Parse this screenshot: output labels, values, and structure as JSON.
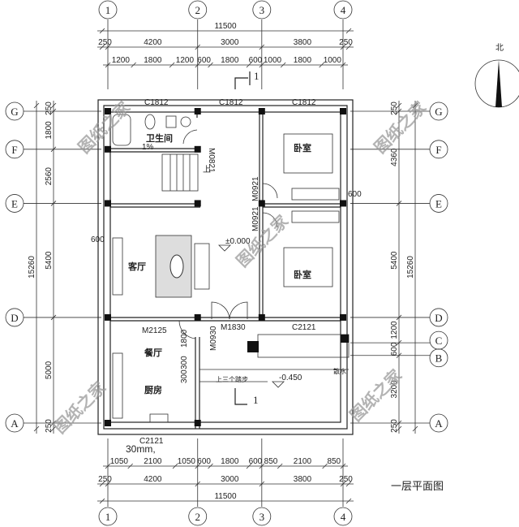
{
  "axes_x": [
    "1",
    "2",
    "3",
    "4"
  ],
  "axes_y": [
    "G",
    "F",
    "E",
    "D",
    "C",
    "B",
    "A"
  ],
  "dims_top": {
    "total": "11500",
    "edge_left": "250",
    "edge_right": "250",
    "bays": [
      "4200",
      "3000",
      "3800"
    ],
    "openings": [
      "1200",
      "1800",
      "1200",
      "600",
      "1800",
      "600",
      "1000",
      "1800",
      "1000"
    ]
  },
  "dims_bottom": {
    "total": "11500",
    "edge_left": "250",
    "edge_right": "250",
    "bays": [
      "4200",
      "3000",
      "3800"
    ],
    "openings": [
      "1050",
      "2100",
      "1050",
      "600",
      "1800",
      "600",
      "850",
      "2100",
      "850"
    ]
  },
  "dims_left": {
    "total": "15260",
    "bays": [
      "250",
      "1800",
      "2560",
      "5400",
      "5000",
      "250"
    ]
  },
  "dims_right": {
    "total": "15260",
    "bays": [
      "250",
      "4360",
      "5400",
      "1200",
      "600",
      "3200",
      "250"
    ]
  },
  "rooms": {
    "bathroom": "卫生间",
    "bedroom_north": "卧室",
    "living_room": "客厅",
    "bedroom_south": "卧室",
    "dining_room": "餐厅",
    "kitchen": "厨房"
  },
  "openings": {
    "window_bath": "C1812",
    "window_stair": "C1812",
    "window_bedroom_n": "C1812",
    "door_bath": "M0821",
    "door_bedroom_n": "M0921",
    "door_bedroom_s": "M0921",
    "door_dining": "M2125",
    "door_entry": "M1830",
    "door_kitchen": "M0930",
    "window_bedroom_s": "C2121",
    "window_kitchen": "C2121"
  },
  "annotations": {
    "floor_slope": "1%",
    "stair_up": "上",
    "elevation_floor": "±0.000",
    "elevation_yard": "-0.450",
    "steps_note": "上三个踏步",
    "apron": "散水",
    "dim_600_left": "600",
    "dim_600_right": "600",
    "dim_1800": "1800",
    "dim_300_a": "300",
    "dim_300_b": "300",
    "section_mark_top": "1",
    "section_mark_bottom": "1",
    "note_30mm": "30mm,"
  },
  "north_label": "北",
  "drawing_title": "一层平面图",
  "watermark": "图纸之家"
}
